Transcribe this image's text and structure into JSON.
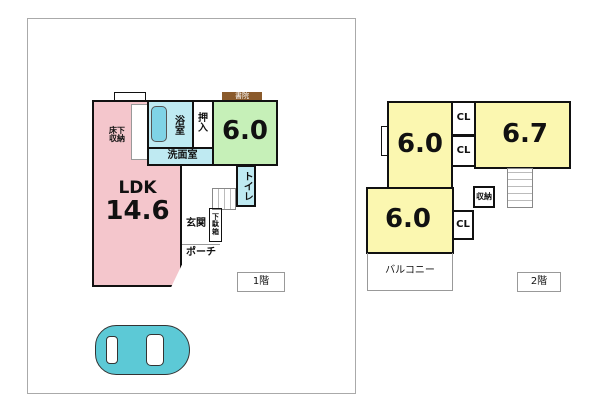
{
  "floor1": {
    "title": "1階",
    "ldk": {
      "label": "LDK",
      "size": "14.6"
    },
    "floor_storage": "床下\n収納",
    "bath": "浴\n室",
    "oshiire": "押\n入",
    "washroom": "洗面室",
    "washitsu": {
      "size": "6.0"
    },
    "shoin": "書院",
    "toilet": "トイレ",
    "entrance": "玄関",
    "shoe_box": "下\n駄\n箱",
    "porch": "ポーチ"
  },
  "floor2": {
    "title": "2階",
    "room1": {
      "size": "6.0"
    },
    "room2": {
      "size": "6.7"
    },
    "room3": {
      "size": "6.0"
    },
    "closet": "CL",
    "storage": "収納",
    "balcony": "バルコニー"
  },
  "colors": {
    "ldk": "#f4c6cc",
    "washitsu": "#c6f0b8",
    "water": "#bfeaf2",
    "western": "#fbf7b0",
    "car": "#5cc9d6"
  }
}
